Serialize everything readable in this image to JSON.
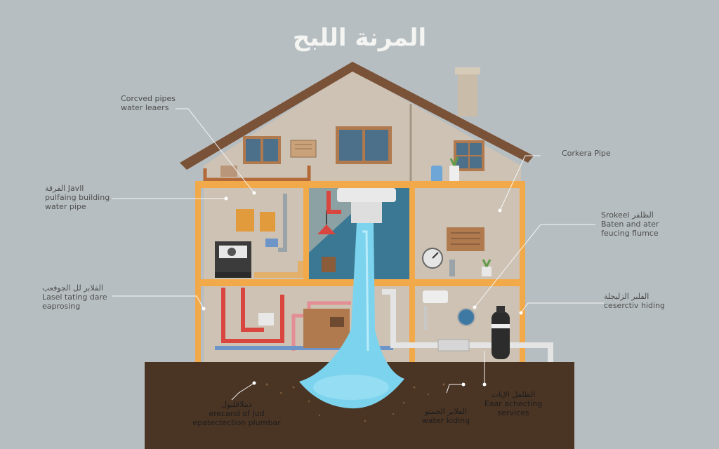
{
  "title": "المرنة اللبح",
  "callouts": {
    "left_top": [
      "Corcved pipes",
      "water leaers"
    ],
    "left_mid": [
      "الفرقة Javll",
      "pulfaing building",
      "water pipe"
    ],
    "left_low": [
      "الفلابر لل الجوفعب",
      "Lasel tating dare",
      "eaprosing"
    ],
    "right_top": [
      "Corkera Pipe"
    ],
    "right_mid": [
      "Srokeel الظلفر",
      "Baten and ater",
      "feucing flumce"
    ],
    "right_low": [
      "الفلبر الزليجلة",
      "ceserctiv hiding"
    ],
    "ground_left": [
      "ديتلاقلبول",
      "erecand of Jud",
      "epatectection plumbar"
    ],
    "ground_mid": [
      "الفلابر الجمتو",
      "water kiding"
    ],
    "ground_right": [
      "الظلفل الإيات",
      "Eaar achecting",
      "services"
    ]
  },
  "colors": {
    "background": "#b7bec1",
    "roof": "#7a5238",
    "wall": "#cdc2b3",
    "floor_beam": "#f2a94a",
    "soil": "#4a3424",
    "water": "#7cd3ee",
    "hot_pipe": "#d9463f",
    "cold_pipe": "#6e95c8"
  }
}
